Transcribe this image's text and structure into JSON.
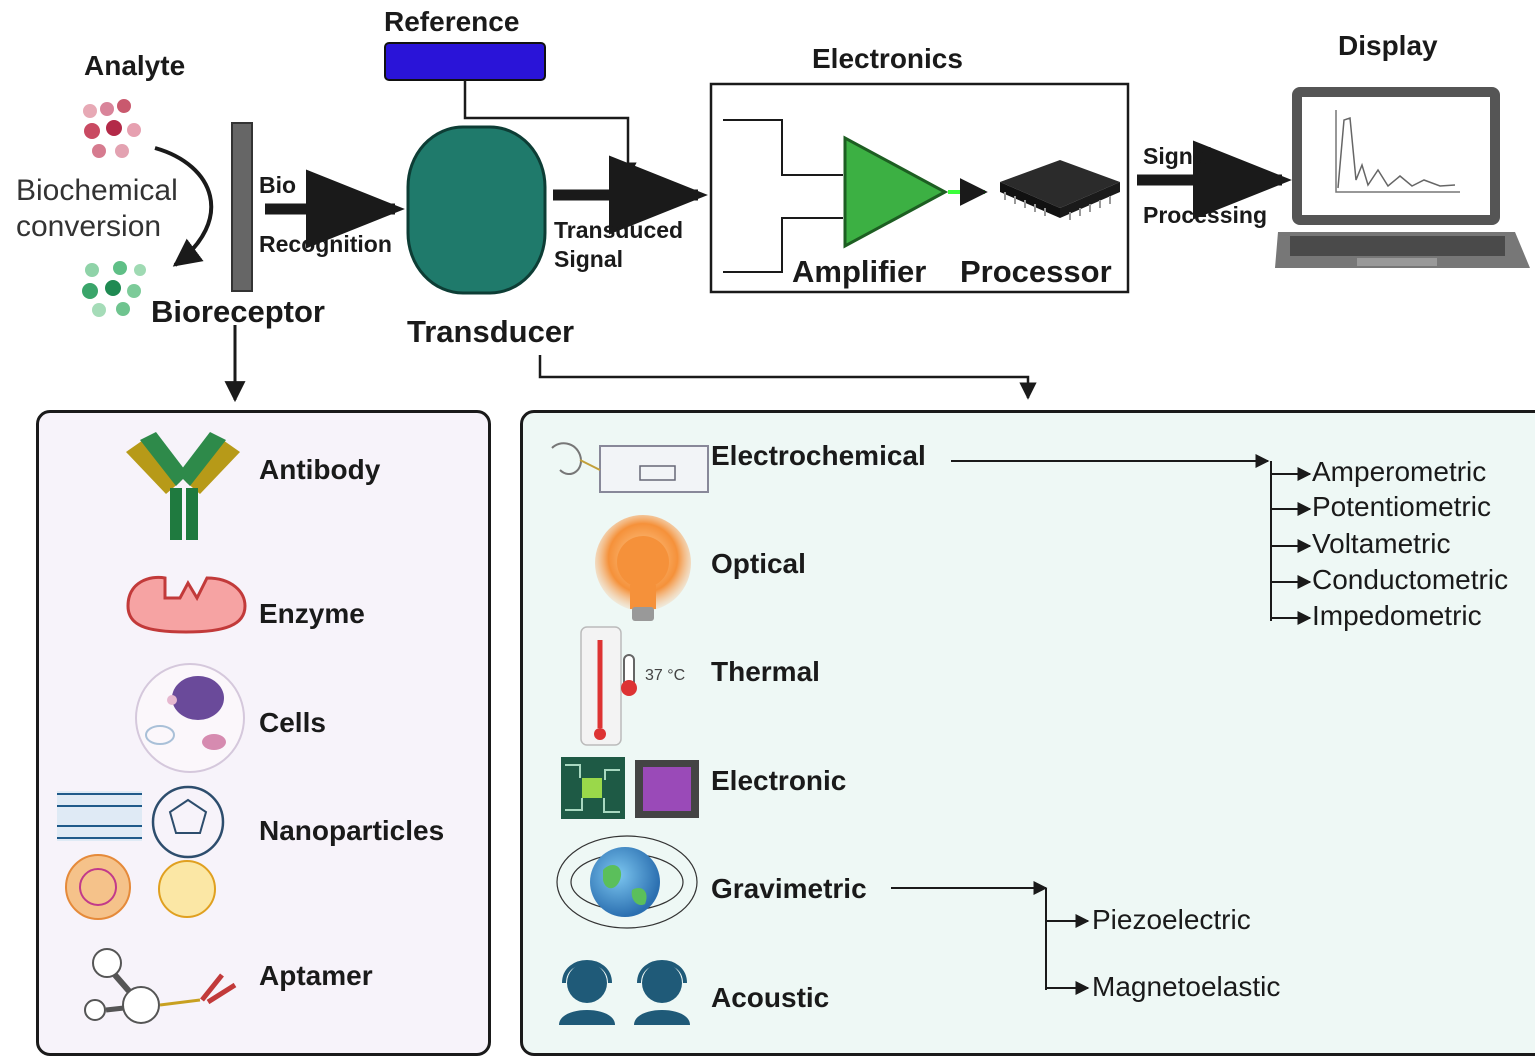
{
  "top": {
    "analyte": "Analyte",
    "biochemical": "Biochemical",
    "conversion": "conversion",
    "bioreceptor": "Bioreceptor",
    "bio": "Bio",
    "recognition": "Recognition",
    "reference": "Reference",
    "transducer": "Transducer",
    "transduced": "Transduced",
    "signal": "Signal",
    "electronics": "Electronics",
    "amplifier": "Amplifier",
    "processor": "Processor",
    "display": "Display",
    "signal2": "Signal",
    "processing": "Processing"
  },
  "bioreceptors": [
    "Antibody",
    "Enzyme",
    "Cells",
    "Nanoparticles",
    "Aptamer"
  ],
  "transducers": [
    "Electrochemical",
    "Optical",
    "Thermal",
    "Electronic",
    "Gravimetric",
    "Acoustic"
  ],
  "thermo_reading": "37 °C",
  "electrochemical_types": [
    "Amperometric",
    "Potentiometric",
    "Voltametric",
    "Conductometric",
    "Impedometric"
  ],
  "gravimetric_types": [
    "Piezoelectric",
    "Magnetoelastic"
  ],
  "colors": {
    "reference": "#2a14d8",
    "transducer": "#1f7a6b",
    "amplifier": "#3cb043",
    "left_panel_bg": "#f7f3fa",
    "right_panel_bg": "#eef8f5"
  }
}
